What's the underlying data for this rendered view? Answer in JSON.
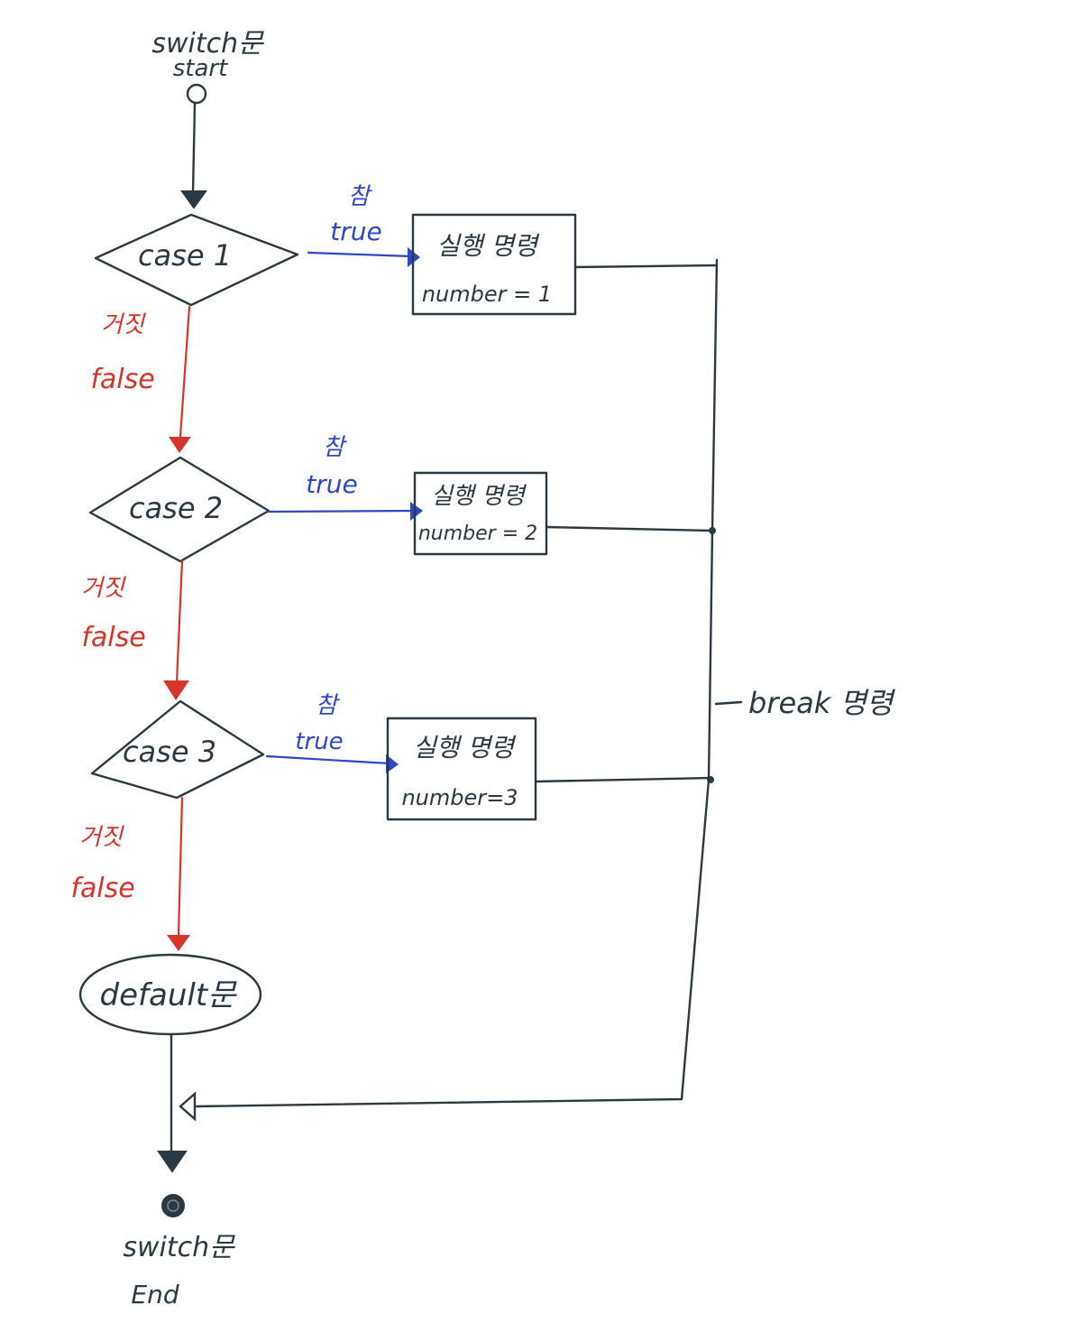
{
  "start": {
    "title": "switch문",
    "subtitle": "start"
  },
  "end": {
    "title": "switch문",
    "subtitle": "End"
  },
  "cases": [
    {
      "label": "case 1",
      "true_ko": "참",
      "true_en": "true",
      "box_title": "실행  명령",
      "box_code": "number = 1",
      "false_ko": "거짓",
      "false_en": "false"
    },
    {
      "label": "case 2",
      "true_ko": "참",
      "true_en": "true",
      "box_title": "실행 명령",
      "box_code": "number = 2",
      "false_ko": "거짓",
      "false_en": "false"
    },
    {
      "label": "case 3",
      "true_ko": "참",
      "true_en": "true",
      "box_title": "실행 명령",
      "box_code": "number=3",
      "false_ko": "거짓",
      "false_en": "false"
    }
  ],
  "default_node": "default문",
  "break_label": "break 명령",
  "colors": {
    "ink": "#2b3a42",
    "true_path": "#2f48c8",
    "false_path": "#d8342c"
  }
}
